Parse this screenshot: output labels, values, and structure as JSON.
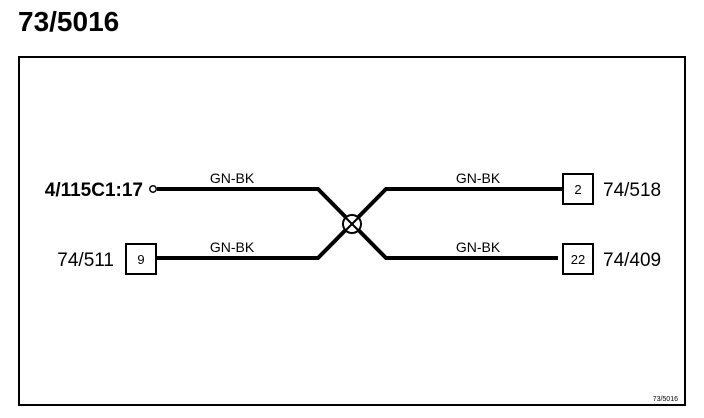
{
  "diagram": {
    "title": "73/5016",
    "footer_ref": "73/5016",
    "connectors": {
      "top_left": "4/115C1:17",
      "bottom_left": "74/511",
      "top_right": "74/518",
      "bottom_right": "74/409"
    },
    "pins": {
      "bottom_left": "9",
      "top_right": "2",
      "bottom_right": "22"
    },
    "wire_colors": {
      "top_left": "GN-BK",
      "bottom_left": "GN-BK",
      "top_right": "GN-BK",
      "bottom_right": "GN-BK"
    }
  }
}
